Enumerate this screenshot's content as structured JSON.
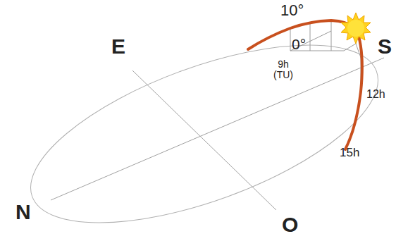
{
  "diagram": {
    "labels": [
      "E",
      "S",
      "N",
      "O",
      "10°",
      "0°",
      "9h (TU)",
      "12h",
      "15h"
    ]
  }
}
